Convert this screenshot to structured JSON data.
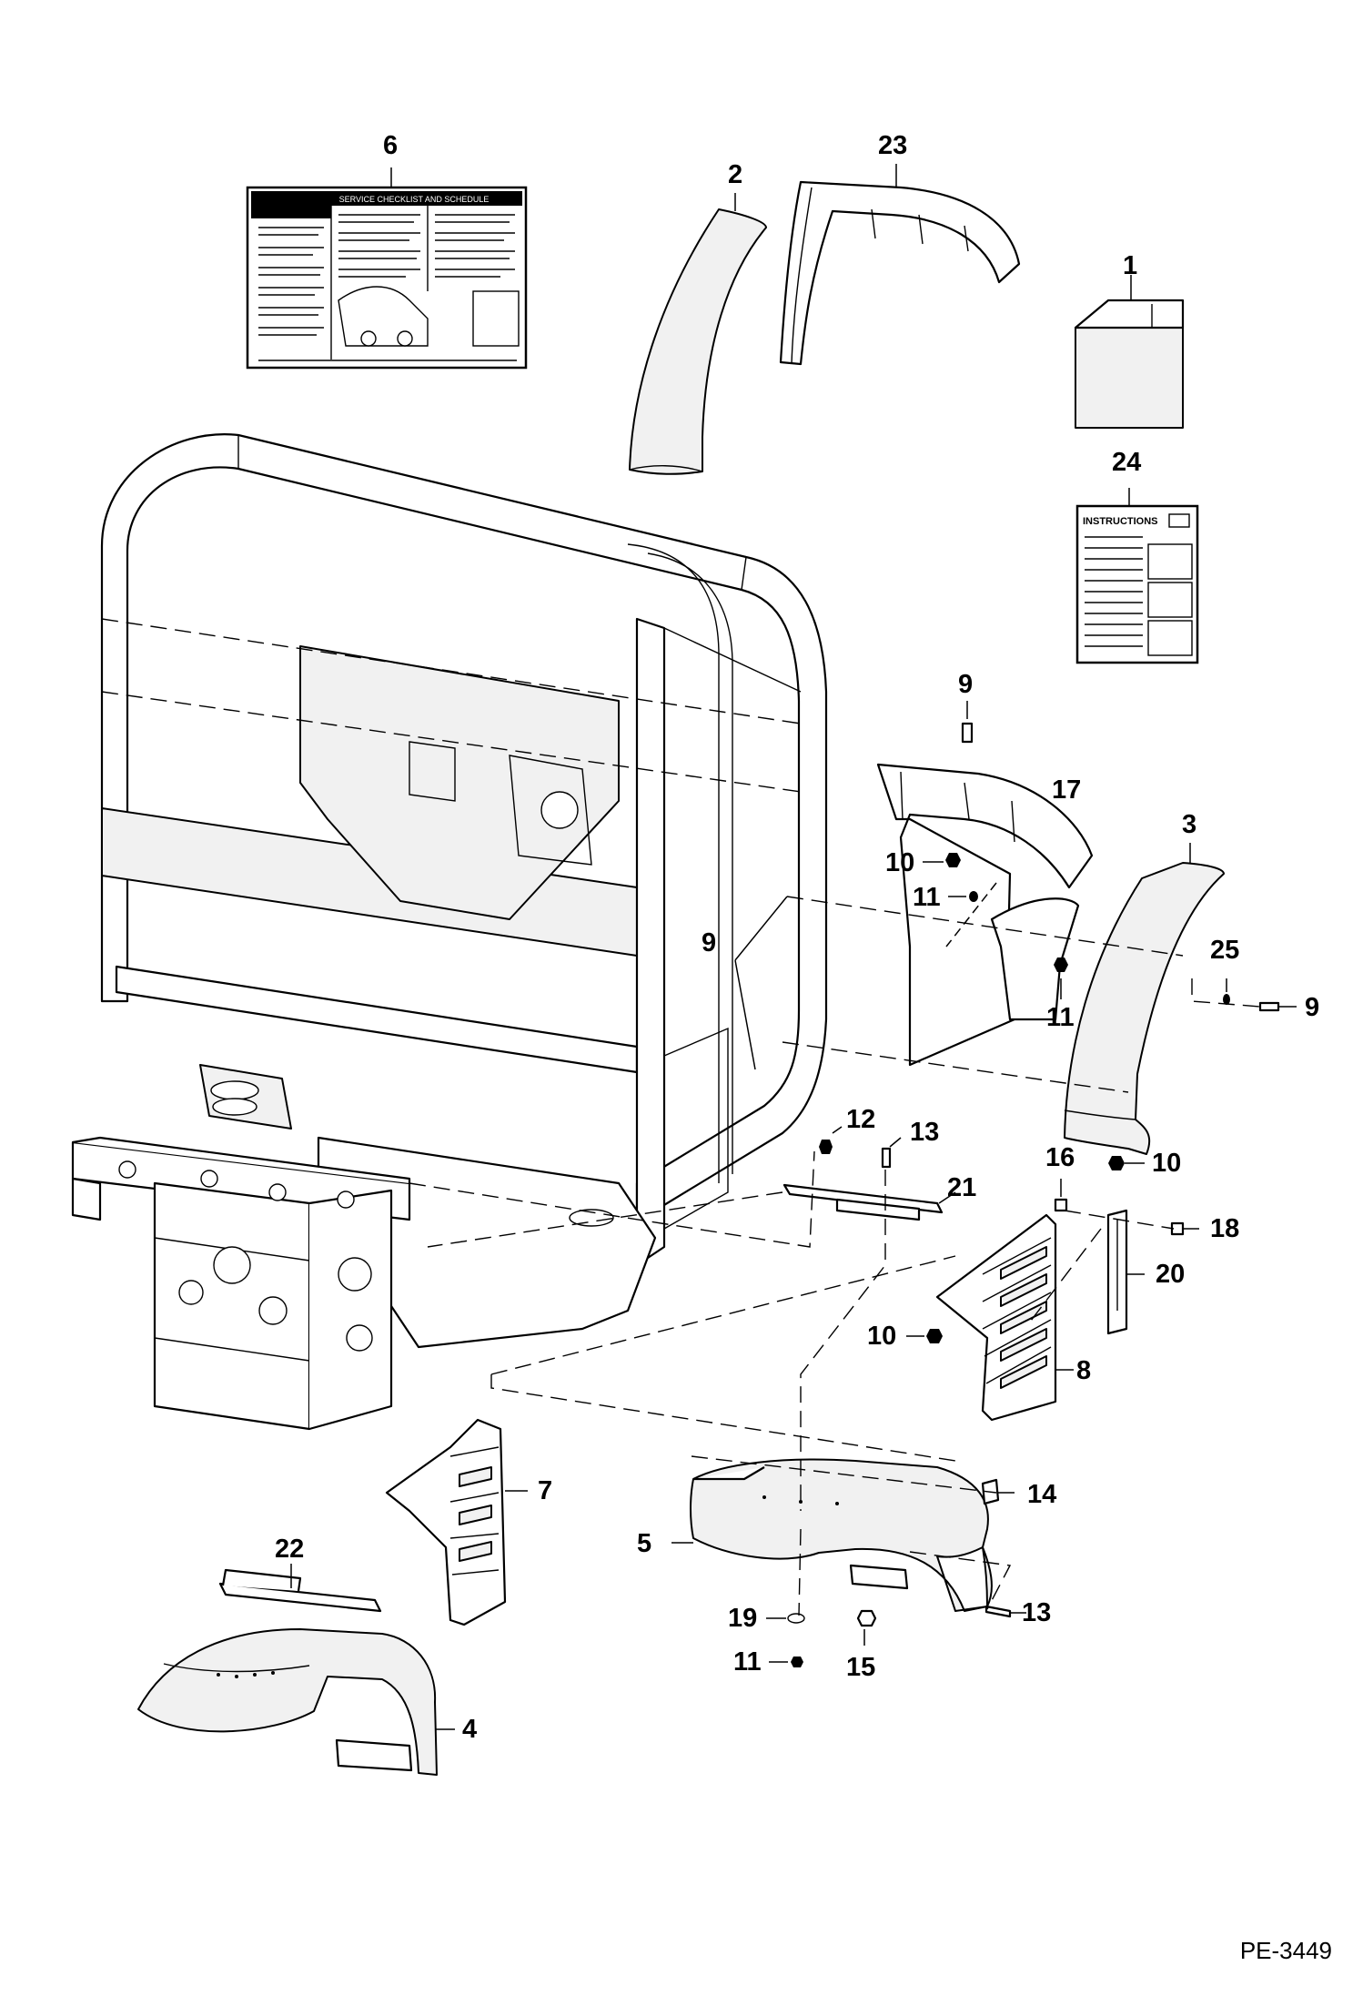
{
  "callouts": [
    {
      "id": "c1",
      "text": "1"
    },
    {
      "id": "c2",
      "text": "2"
    },
    {
      "id": "c3",
      "text": "3"
    },
    {
      "id": "c4",
      "text": "4"
    },
    {
      "id": "c5",
      "text": "5"
    },
    {
      "id": "c6",
      "text": "6"
    },
    {
      "id": "c7",
      "text": "7"
    },
    {
      "id": "c8",
      "text": "8"
    },
    {
      "id": "c9a",
      "text": "9"
    },
    {
      "id": "c9b",
      "text": "9"
    },
    {
      "id": "c9c",
      "text": "9"
    },
    {
      "id": "c10a",
      "text": "10"
    },
    {
      "id": "c10b",
      "text": "10"
    },
    {
      "id": "c10c",
      "text": "10"
    },
    {
      "id": "c11a",
      "text": "11"
    },
    {
      "id": "c11b",
      "text": "11"
    },
    {
      "id": "c11c",
      "text": "11"
    },
    {
      "id": "c12",
      "text": "12"
    },
    {
      "id": "c13a",
      "text": "13"
    },
    {
      "id": "c13b",
      "text": "13"
    },
    {
      "id": "c14",
      "text": "14"
    },
    {
      "id": "c15",
      "text": "15"
    },
    {
      "id": "c16",
      "text": "16"
    },
    {
      "id": "c17",
      "text": "17"
    },
    {
      "id": "c18",
      "text": "18"
    },
    {
      "id": "c19",
      "text": "19"
    },
    {
      "id": "c20",
      "text": "20"
    },
    {
      "id": "c21",
      "text": "21"
    },
    {
      "id": "c22",
      "text": "22"
    },
    {
      "id": "c23",
      "text": "23"
    },
    {
      "id": "c24",
      "text": "24"
    },
    {
      "id": "c25",
      "text": "25"
    }
  ],
  "instructions_label": "INSTRUCTIONS",
  "decal_heading": "SERVICE CHECKLIST AND SCHEDULE",
  "doc_id": "PE-3449"
}
